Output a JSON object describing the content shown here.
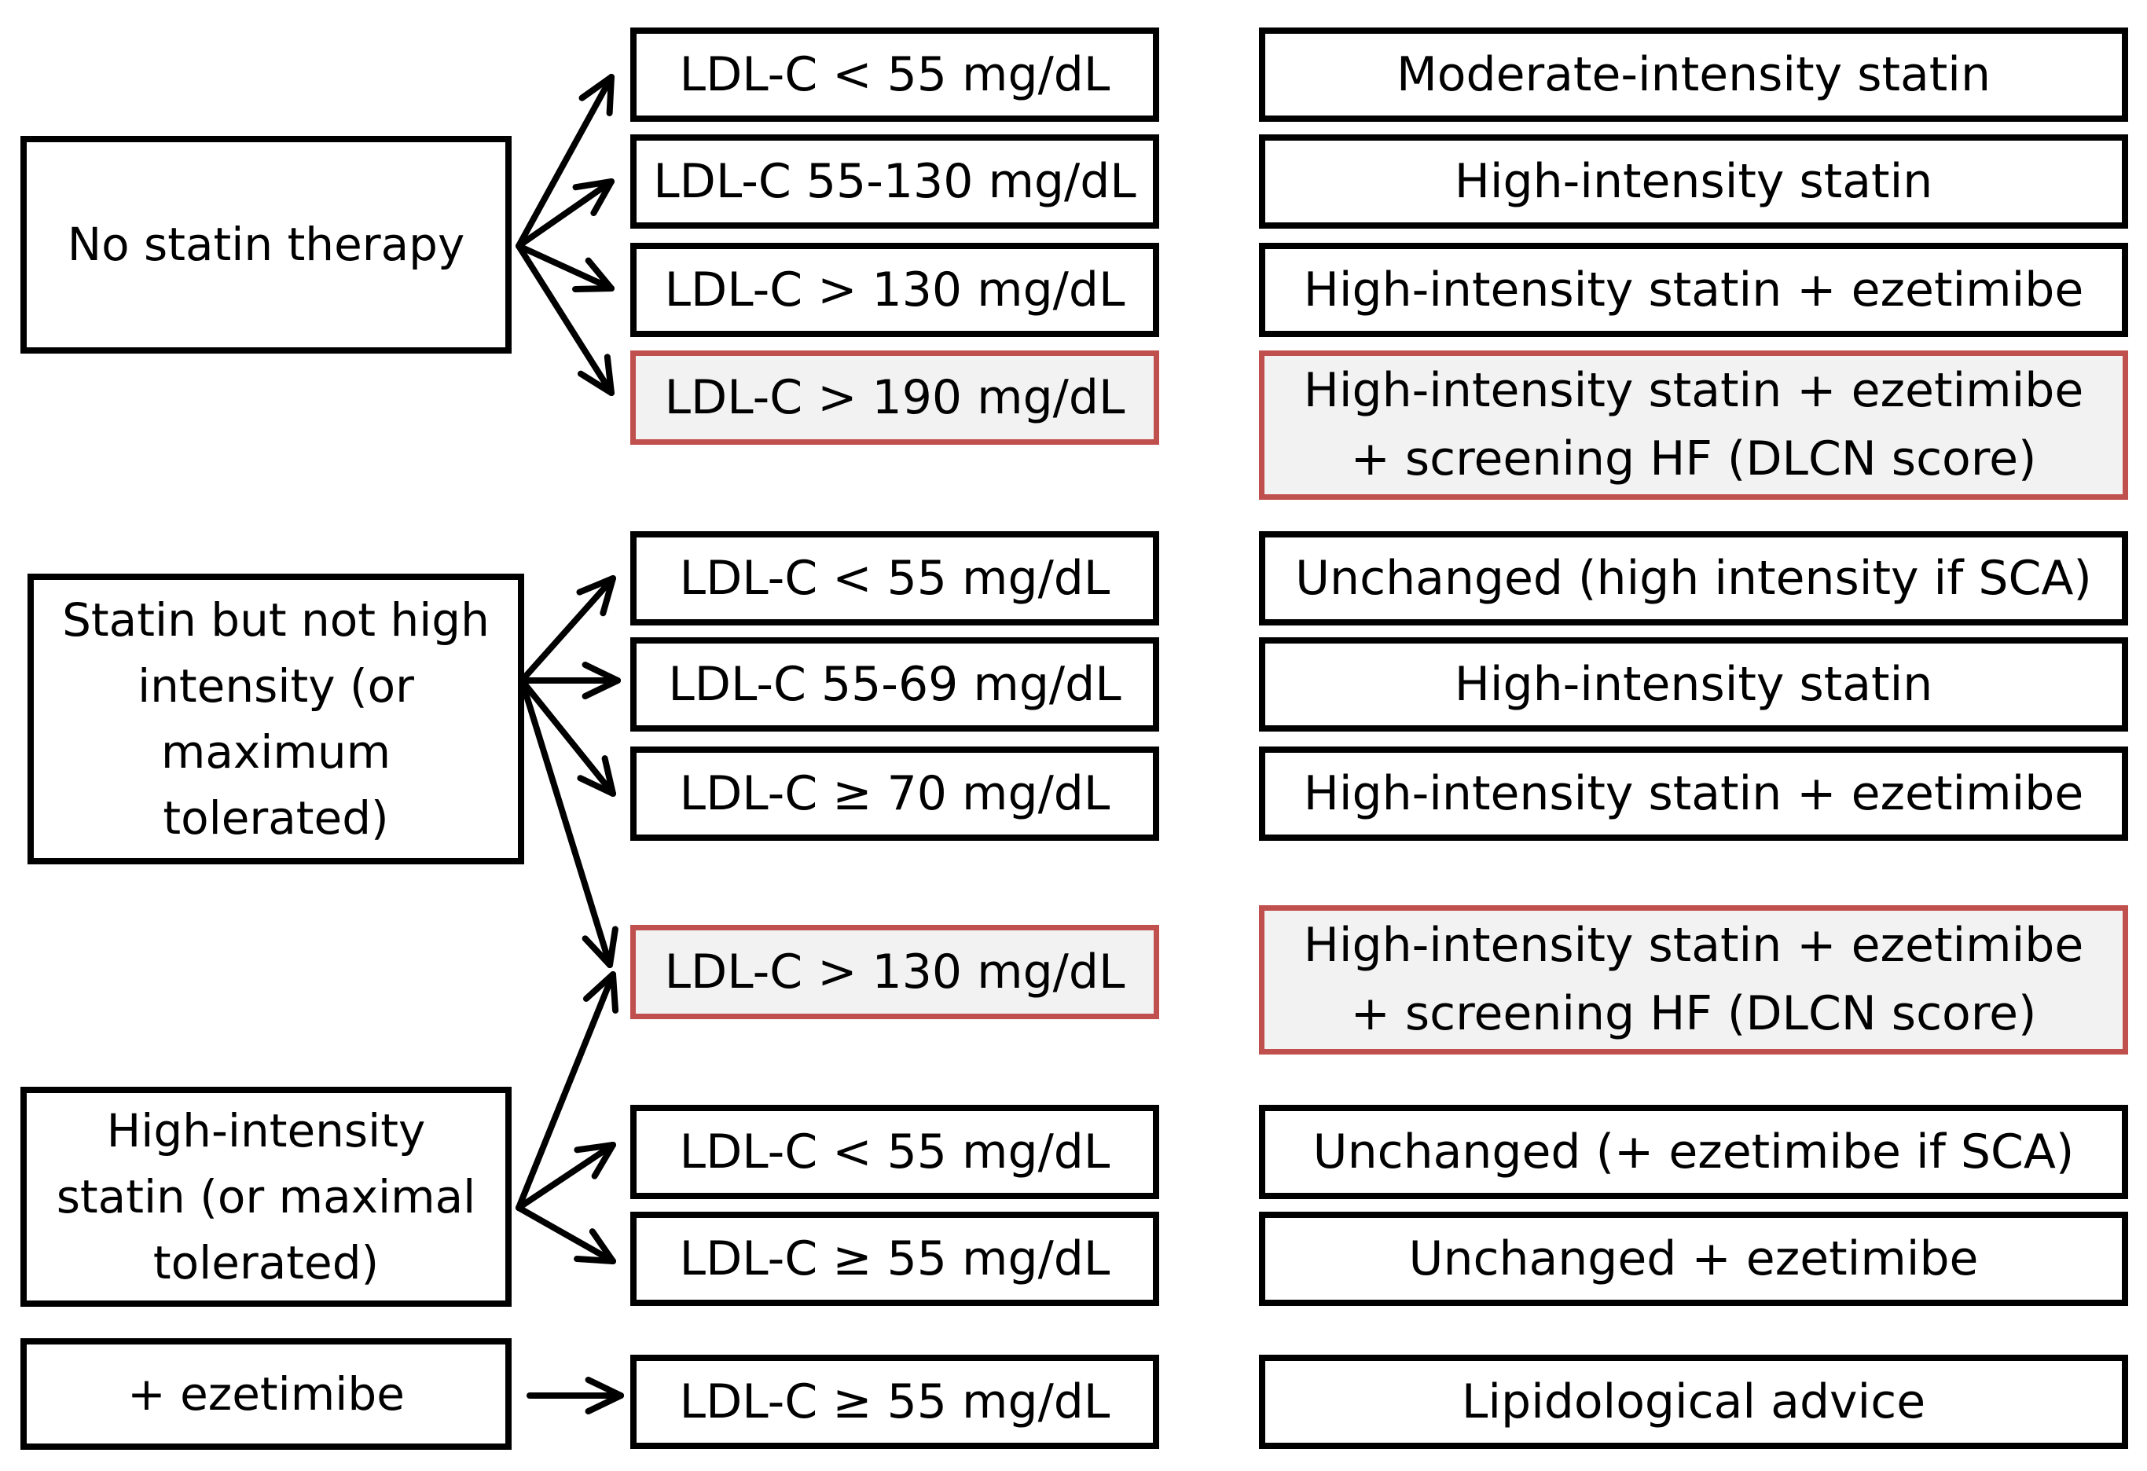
{
  "colors": {
    "box_border": "#000000",
    "highlight_border": "#c0504d",
    "highlight_fill": "#f2f2f2"
  },
  "sources": {
    "no_statin": "No statin therapy",
    "statin_not_high": "Statin but not high intensity (or maximum tolerated)",
    "high_intensity": "High-intensity statin (or maximal tolerated)",
    "ezetimibe": "+ ezetimibe"
  },
  "ldl": {
    "r1": "LDL-C < 55 mg/dL",
    "r2": "LDL-C 55-130 mg/dL",
    "r3": "LDL-C > 130 mg/dL",
    "r4": "LDL-C > 190 mg/dL",
    "r5": "LDL-C < 55 mg/dL",
    "r6": "LDL-C 55-69 mg/dL",
    "r7": "LDL-C ≥ 70 mg/dL",
    "r8": "LDL-C > 130 mg/dL",
    "r9": "LDL-C < 55 mg/dL",
    "r10": "LDL-C ≥ 55 mg/dL",
    "r11": "LDL-C ≥ 55 mg/dL"
  },
  "actions": {
    "r1": "Moderate-intensity statin",
    "r2": "High-intensity statin",
    "r3": "High-intensity statin + ezetimibe",
    "r4_line1": "High-intensity statin + ezetimibe",
    "r4_line2": "+ screening HF (DLCN score)",
    "r5": "Unchanged (high intensity if SCA)",
    "r6": "High-intensity statin",
    "r7": "High-intensity statin + ezetimibe",
    "r8_line1": "High-intensity statin + ezetimibe",
    "r8_line2": "+ screening HF (DLCN score)",
    "r9": "Unchanged (+ ezetimibe if SCA)",
    "r10": "Unchanged + ezetimibe",
    "r11": "Lipidological advice"
  }
}
